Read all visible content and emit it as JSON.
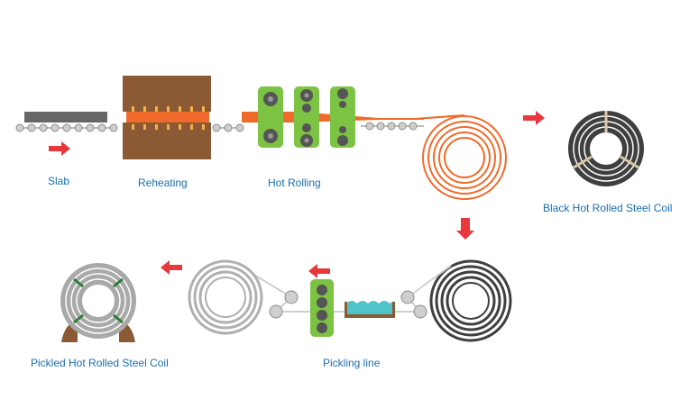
{
  "labels": {
    "slab": "Slab",
    "reheating": "Reheating",
    "hot_rolling": "Hot Rolling",
    "black_coil": "Black Hot Rolled Steel Coil",
    "pickling_line": "Pickling line",
    "pickled_coil": "Pickled Hot Rolled Steel Coil"
  },
  "colors": {
    "label_text": "#1a6fb0",
    "arrow": "#e8383d",
    "hot_steel": "#f06a2b",
    "furnace": "#8b5a35",
    "flame": "#f3b24a",
    "roll_stand": "#7cc243",
    "roller": "#bfbfbf",
    "dark_coil": "#3f3f3f",
    "light_coil": "#c9c9c9",
    "water": "#4fc3c8",
    "slab": "#666666"
  },
  "icons": {
    "arrow": "right-arrow-icon",
    "coil": "steel-coil-icon",
    "roll_stand": "roll-stand-icon"
  }
}
